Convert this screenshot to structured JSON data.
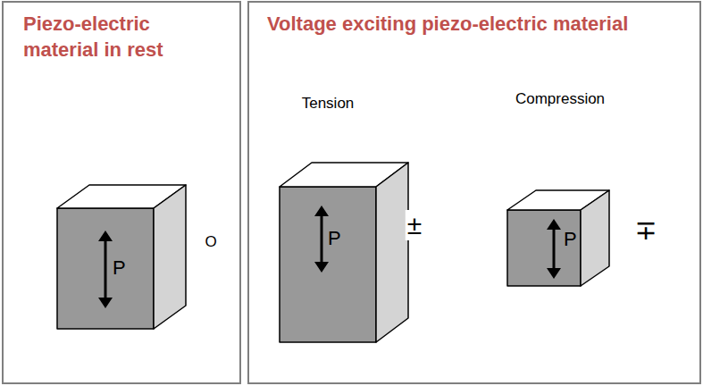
{
  "diagram": {
    "nodes": [
      {
        "text": [
          "Piezo-electric material in rest"
        ]
      },
      {
        "text": [
          "Voltage exciting piezo-electric material"
        ]
      },
      {
        "text": [
          "P"
        ],
        "in": 0
      },
      {
        "text": [
          "P"
        ],
        "in": 1
      },
      {
        "text": [
          "P"
        ],
        "in": 1
      }
    ],
    "labels": [
      "O",
      "Tension",
      "Compression",
      "±",
      "∓"
    ]
  }
}
